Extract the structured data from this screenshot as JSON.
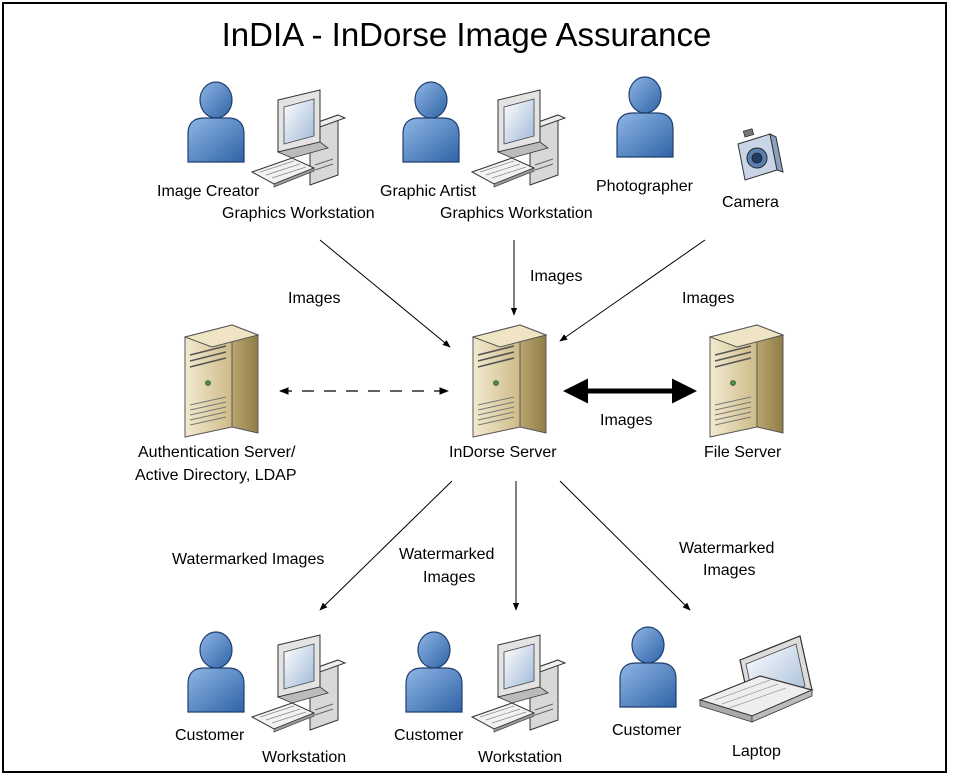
{
  "title": "InDIA - InDorse Image Assurance",
  "colors": {
    "person": "#4a7fc0",
    "server": "#d9cba0",
    "border": "#000000"
  },
  "nodes": {
    "image_creator": {
      "label": "Image Creator",
      "icon": "person-icon"
    },
    "workstation_1": {
      "label": "Graphics Workstation",
      "icon": "workstation-icon"
    },
    "graphic_artist": {
      "label": "Graphic Artist",
      "icon": "person-icon"
    },
    "workstation_2": {
      "label": "Graphics Workstation",
      "icon": "workstation-icon"
    },
    "photographer": {
      "label": "Photographer",
      "icon": "person-icon"
    },
    "camera": {
      "label": "Camera",
      "icon": "camera-icon"
    },
    "auth_server": {
      "label_line1": "Authentication Server/",
      "label_line2": "Active Directory, LDAP",
      "icon": "server-icon"
    },
    "indorse_server": {
      "label": "InDorse Server",
      "icon": "server-icon"
    },
    "file_server": {
      "label": "File Server",
      "icon": "server-icon"
    },
    "customer_1": {
      "label": "Customer",
      "icon": "person-icon"
    },
    "workstation_3": {
      "label": "Workstation",
      "icon": "workstation-icon"
    },
    "customer_2": {
      "label": "Customer",
      "icon": "person-icon"
    },
    "workstation_4": {
      "label": "Workstation",
      "icon": "workstation-icon"
    },
    "customer_3": {
      "label": "Customer",
      "icon": "person-icon"
    },
    "laptop": {
      "label": "Laptop",
      "icon": "laptop-icon"
    }
  },
  "edges": {
    "creator_to_server": "Images",
    "artist_to_server": "Images",
    "camera_to_server": "Images",
    "server_file_server": "Images",
    "server_to_customer1": "Watermarked Images",
    "server_to_customer2_line1": "Watermarked",
    "server_to_customer2_line2": "Images",
    "server_to_customer3_line1": "Watermarked",
    "server_to_customer3_line2": "Images"
  }
}
